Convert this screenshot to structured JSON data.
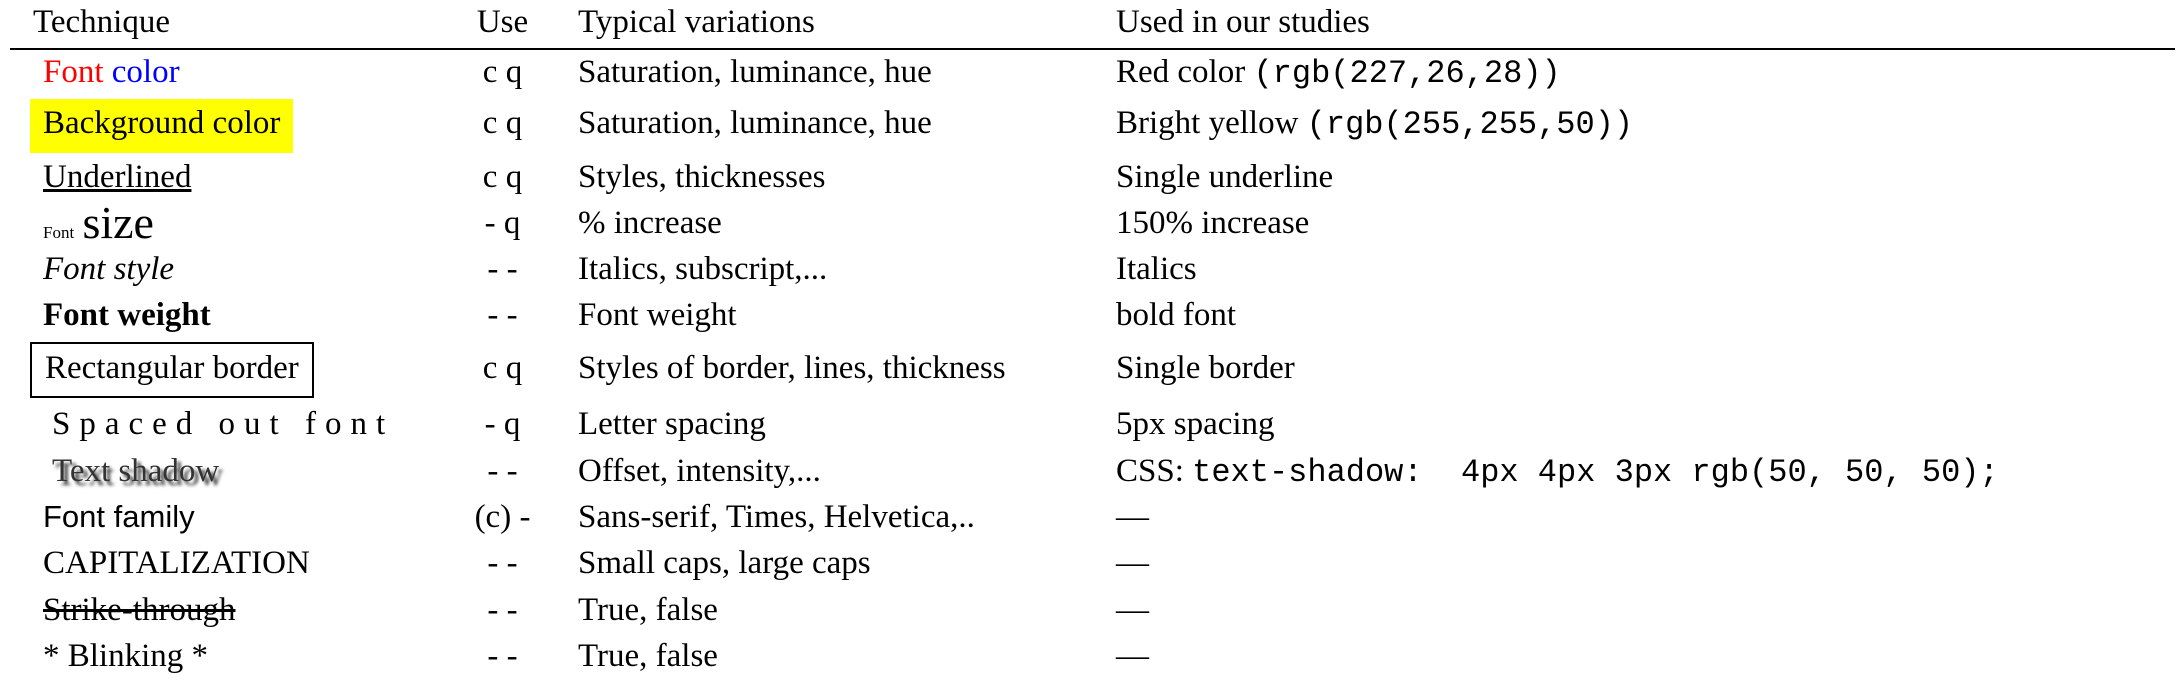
{
  "headers": {
    "technique": "Technique",
    "use": "Use",
    "variations": "Typical variations",
    "studies": "Used in our studies"
  },
  "rows": [
    {
      "tech_a": "Font",
      "tech_b": "color",
      "use": "c q",
      "variations": "Saturation, luminance, hue",
      "studies_text": "Red color ",
      "studies_code": "(rgb(227,26,28))"
    },
    {
      "tech": "Background color",
      "use": "c q",
      "variations": "Saturation, luminance, hue",
      "studies_text": "Bright yellow ",
      "studies_code": "(rgb(255,255,50))"
    },
    {
      "tech": "Underlined",
      "use": "c q",
      "variations": "Styles, thicknesses",
      "studies": "Single underline"
    },
    {
      "tech_a": "Font",
      "tech_b": "size",
      "use": "- q",
      "variations": "% increase",
      "studies": "150% increase"
    },
    {
      "tech": "Font style",
      "use": "- -",
      "variations": "Italics, subscript,...",
      "studies": "Italics"
    },
    {
      "tech": "Font weight",
      "use": "- -",
      "variations": "Font weight",
      "studies": "bold font"
    },
    {
      "tech": "Rectangular border",
      "use": "c q",
      "variations": "Styles of border, lines, thickness",
      "studies": "Single border"
    },
    {
      "tech": "Spaced out font",
      "use": "- q",
      "variations": "Letter spacing",
      "studies": "5px spacing"
    },
    {
      "tech": "Text shadow",
      "use": "- -",
      "variations": "Offset, intensity,...",
      "studies_text": "CSS: ",
      "studies_code": "text-shadow:  4px 4px 3px rgb(50, 50, 50);"
    },
    {
      "tech": "Font family",
      "use": "(c) -",
      "variations": "Sans-serif, Times, Helvetica,..",
      "studies": "—"
    },
    {
      "tech": "CAPITALIZATION",
      "use": "- -",
      "variations": "Small caps, large caps",
      "studies": "—"
    },
    {
      "tech": "Strike-through",
      "use": "- -",
      "variations": "True, false",
      "studies": "—"
    },
    {
      "tech": "* Blinking *",
      "use": "- -",
      "variations": "True, false",
      "studies": "—"
    }
  ],
  "colors": {
    "red": "#ff0000",
    "blue": "#0000ff",
    "yellow": "#ffff00"
  }
}
